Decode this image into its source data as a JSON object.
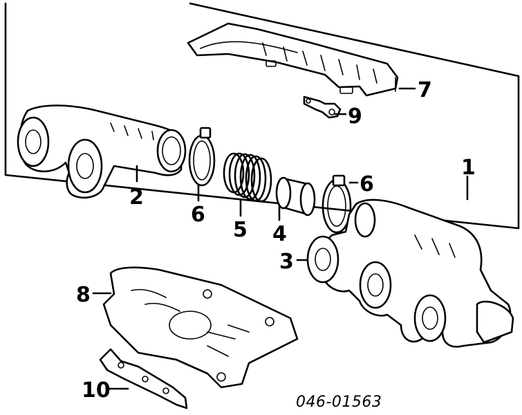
{
  "callouts": [
    {
      "id": "1",
      "label": "1"
    },
    {
      "id": "2",
      "label": "2"
    },
    {
      "id": "3",
      "label": "3"
    },
    {
      "id": "4",
      "label": "4"
    },
    {
      "id": "5",
      "label": "5"
    },
    {
      "id": "6a",
      "label": "6"
    },
    {
      "id": "6b",
      "label": "6"
    },
    {
      "id": "7",
      "label": "7"
    },
    {
      "id": "8",
      "label": "8"
    },
    {
      "id": "9",
      "label": "9"
    },
    {
      "id": "10",
      "label": "10"
    }
  ],
  "reference_code": "046-01563"
}
